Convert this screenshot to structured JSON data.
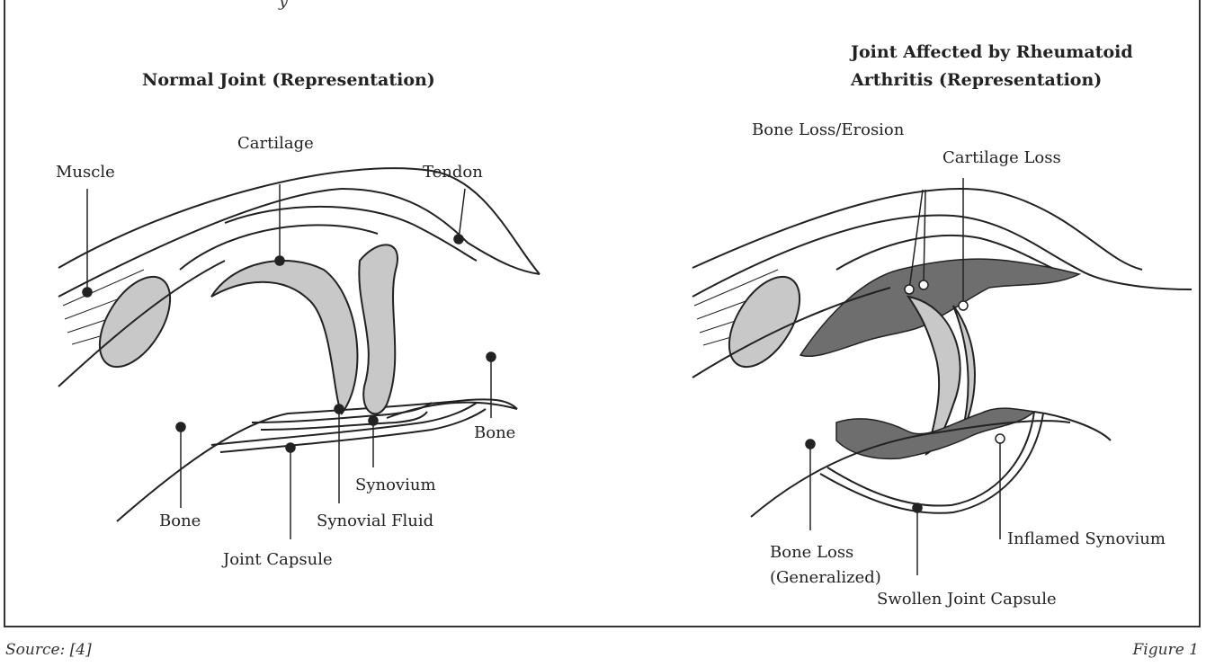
{
  "top_fragment": "y",
  "normal": {
    "title": "Normal Joint (Representation)",
    "labels": {
      "muscle": "Muscle",
      "cartilage": "Cartilage",
      "tendon": "Tendon",
      "bone_left": "Bone",
      "bone_right": "Bone",
      "synovium": "Synovium",
      "synovial_fluid": "Synovial Fluid",
      "joint_capsule": "Joint Capsule"
    }
  },
  "ra": {
    "title_line1": "Joint Affected by Rheumatoid",
    "title_line2": "Arthritis (Representation)",
    "labels": {
      "bone_erosion": "Bone Loss/Erosion",
      "cartilage_loss": "Cartilage Loss",
      "bone_loss_line1": "Bone Loss",
      "bone_loss_line2": "(Generalized)",
      "inflamed_synovium": "Inflamed Synovium",
      "swollen_capsule": "Swollen Joint Capsule"
    }
  },
  "footer": {
    "source": "Source: [4]",
    "figure": "Figure 1"
  },
  "colors": {
    "line": "#222222",
    "cartilage_fill": "#c8c8c8",
    "inflamed_fill": "#6e6e6e"
  }
}
